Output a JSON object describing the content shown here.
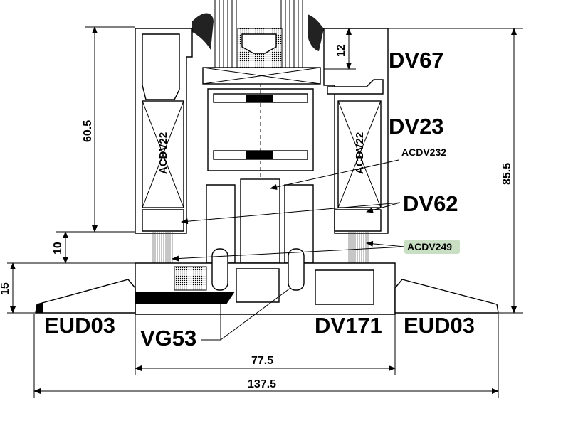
{
  "labels": {
    "dv67": "DV67",
    "dv23": "DV23",
    "acdv232": "ACDV232",
    "dv62": "DV62",
    "acdv249": "ACDV249",
    "eud03_left": "EUD03",
    "vg53": "VG53",
    "dv171": "DV171",
    "eud03_right": "EUD03",
    "acdv22_left": "ACDV22",
    "acdv22_right": "ACDV22"
  },
  "dimensions": {
    "d12": "12",
    "d60_5": "60.5",
    "d85_5": "85.5",
    "d10": "10",
    "d15": "15",
    "d77_5": "77.5",
    "d137_5": "137.5"
  },
  "colors": {
    "highlight": "#c9dfc4"
  }
}
